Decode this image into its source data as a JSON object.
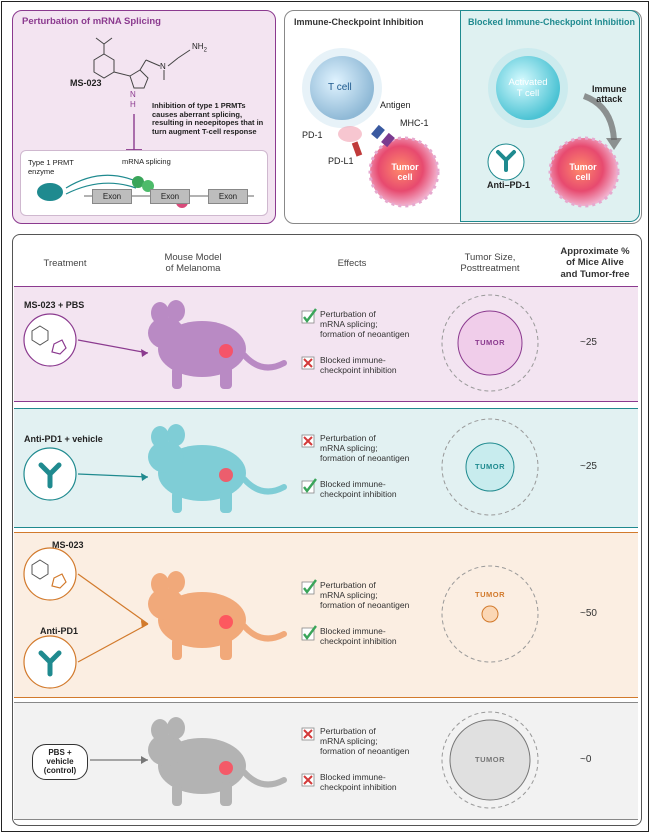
{
  "panels": {
    "splicing": {
      "title": "Perturbation of mRNA Splicing",
      "drug": "MS-023",
      "nh2": "NH",
      "nh2_sub": "2",
      "nitrogen": "N",
      "pyrrole_n": "N",
      "pyrrole_h": "H",
      "description": "Inhibition of type 1 PRMTs causes aberrant splicing, resulting in neoepitopes that in turn augment T-cell response",
      "enzyme": "Type 1 PRMT enzyme",
      "mrna": "mRNA splicing",
      "exons": [
        "Exon",
        "Exon",
        "Exon"
      ]
    },
    "checkpoint": {
      "title": "Immune-Checkpoint Inhibition",
      "t_cell": "T cell",
      "antigen": "Antigen",
      "mhc": "MHC-1",
      "pd1": "PD-1",
      "pdl1": "PD-L1",
      "tumor_line1": "Tumor",
      "tumor_line2": "cell"
    },
    "blocked": {
      "title": "Blocked Immune-Checkpoint Inhibition",
      "t_cell_line1": "Activated",
      "t_cell_line2": "T cell",
      "attack_line1": "Immune",
      "attack_line2": "attack",
      "anti": "Anti–PD-1",
      "tumor_line1": "Tumor",
      "tumor_line2": "cell"
    }
  },
  "table": {
    "headers": {
      "treatment": "Treatment",
      "model_line1": "Mouse Model",
      "model_line2": "of Melanoma",
      "effects": "Effects",
      "size_line1": "Tumor Size,",
      "size_line2": "Posttreatment",
      "pct_line1": "Approximate %",
      "pct_line2": "of Mice Alive",
      "pct_line3": "and Tumor-free"
    },
    "effect_text": {
      "splice_line1": "Perturbation of",
      "splice_line2": "mRNA splicing;",
      "splice_line3": "formation of neoantigen",
      "block_line1": "Blocked immune-",
      "block_line2": "checkpoint inhibition"
    },
    "tumor_label": "TUMOR",
    "rows": [
      {
        "label": "MS-023 + PBS",
        "percent": "~25",
        "tumor_size": 0.8,
        "splicing": true,
        "blocked": false,
        "color": "#8b3a8f",
        "bg": "#f3e4f1",
        "mouse": "#b98ac4"
      },
      {
        "label": "Anti-PD1 + vehicle",
        "percent": "~25",
        "tumor_size": 0.6,
        "splicing": false,
        "blocked": true,
        "color": "#1f8a8f",
        "bg": "#e2f1f2",
        "mouse": "#7fcdd6"
      },
      {
        "label_line1": "MS-023",
        "label_line2": "Anti-PD1",
        "percent": "~50",
        "tumor_size": 0.2,
        "splicing": true,
        "blocked": true,
        "color": "#d27a2c",
        "bg": "#fbeee2",
        "mouse": "#f1a97a"
      },
      {
        "label_line1": "PBS +",
        "label_line2": "vehicle",
        "label_line3": "(control)",
        "percent": "~0",
        "tumor_size": 1.0,
        "splicing": false,
        "blocked": false,
        "color": "#777777",
        "bg": "#f2f2f2",
        "mouse": "#b3b3b3"
      }
    ]
  },
  "colors": {
    "purple": "#8b3a8f",
    "teal": "#1f8a8f",
    "orange": "#d27a2c",
    "gray": "#777777",
    "check": "#3aa55a",
    "cross": "#d33a3a"
  }
}
